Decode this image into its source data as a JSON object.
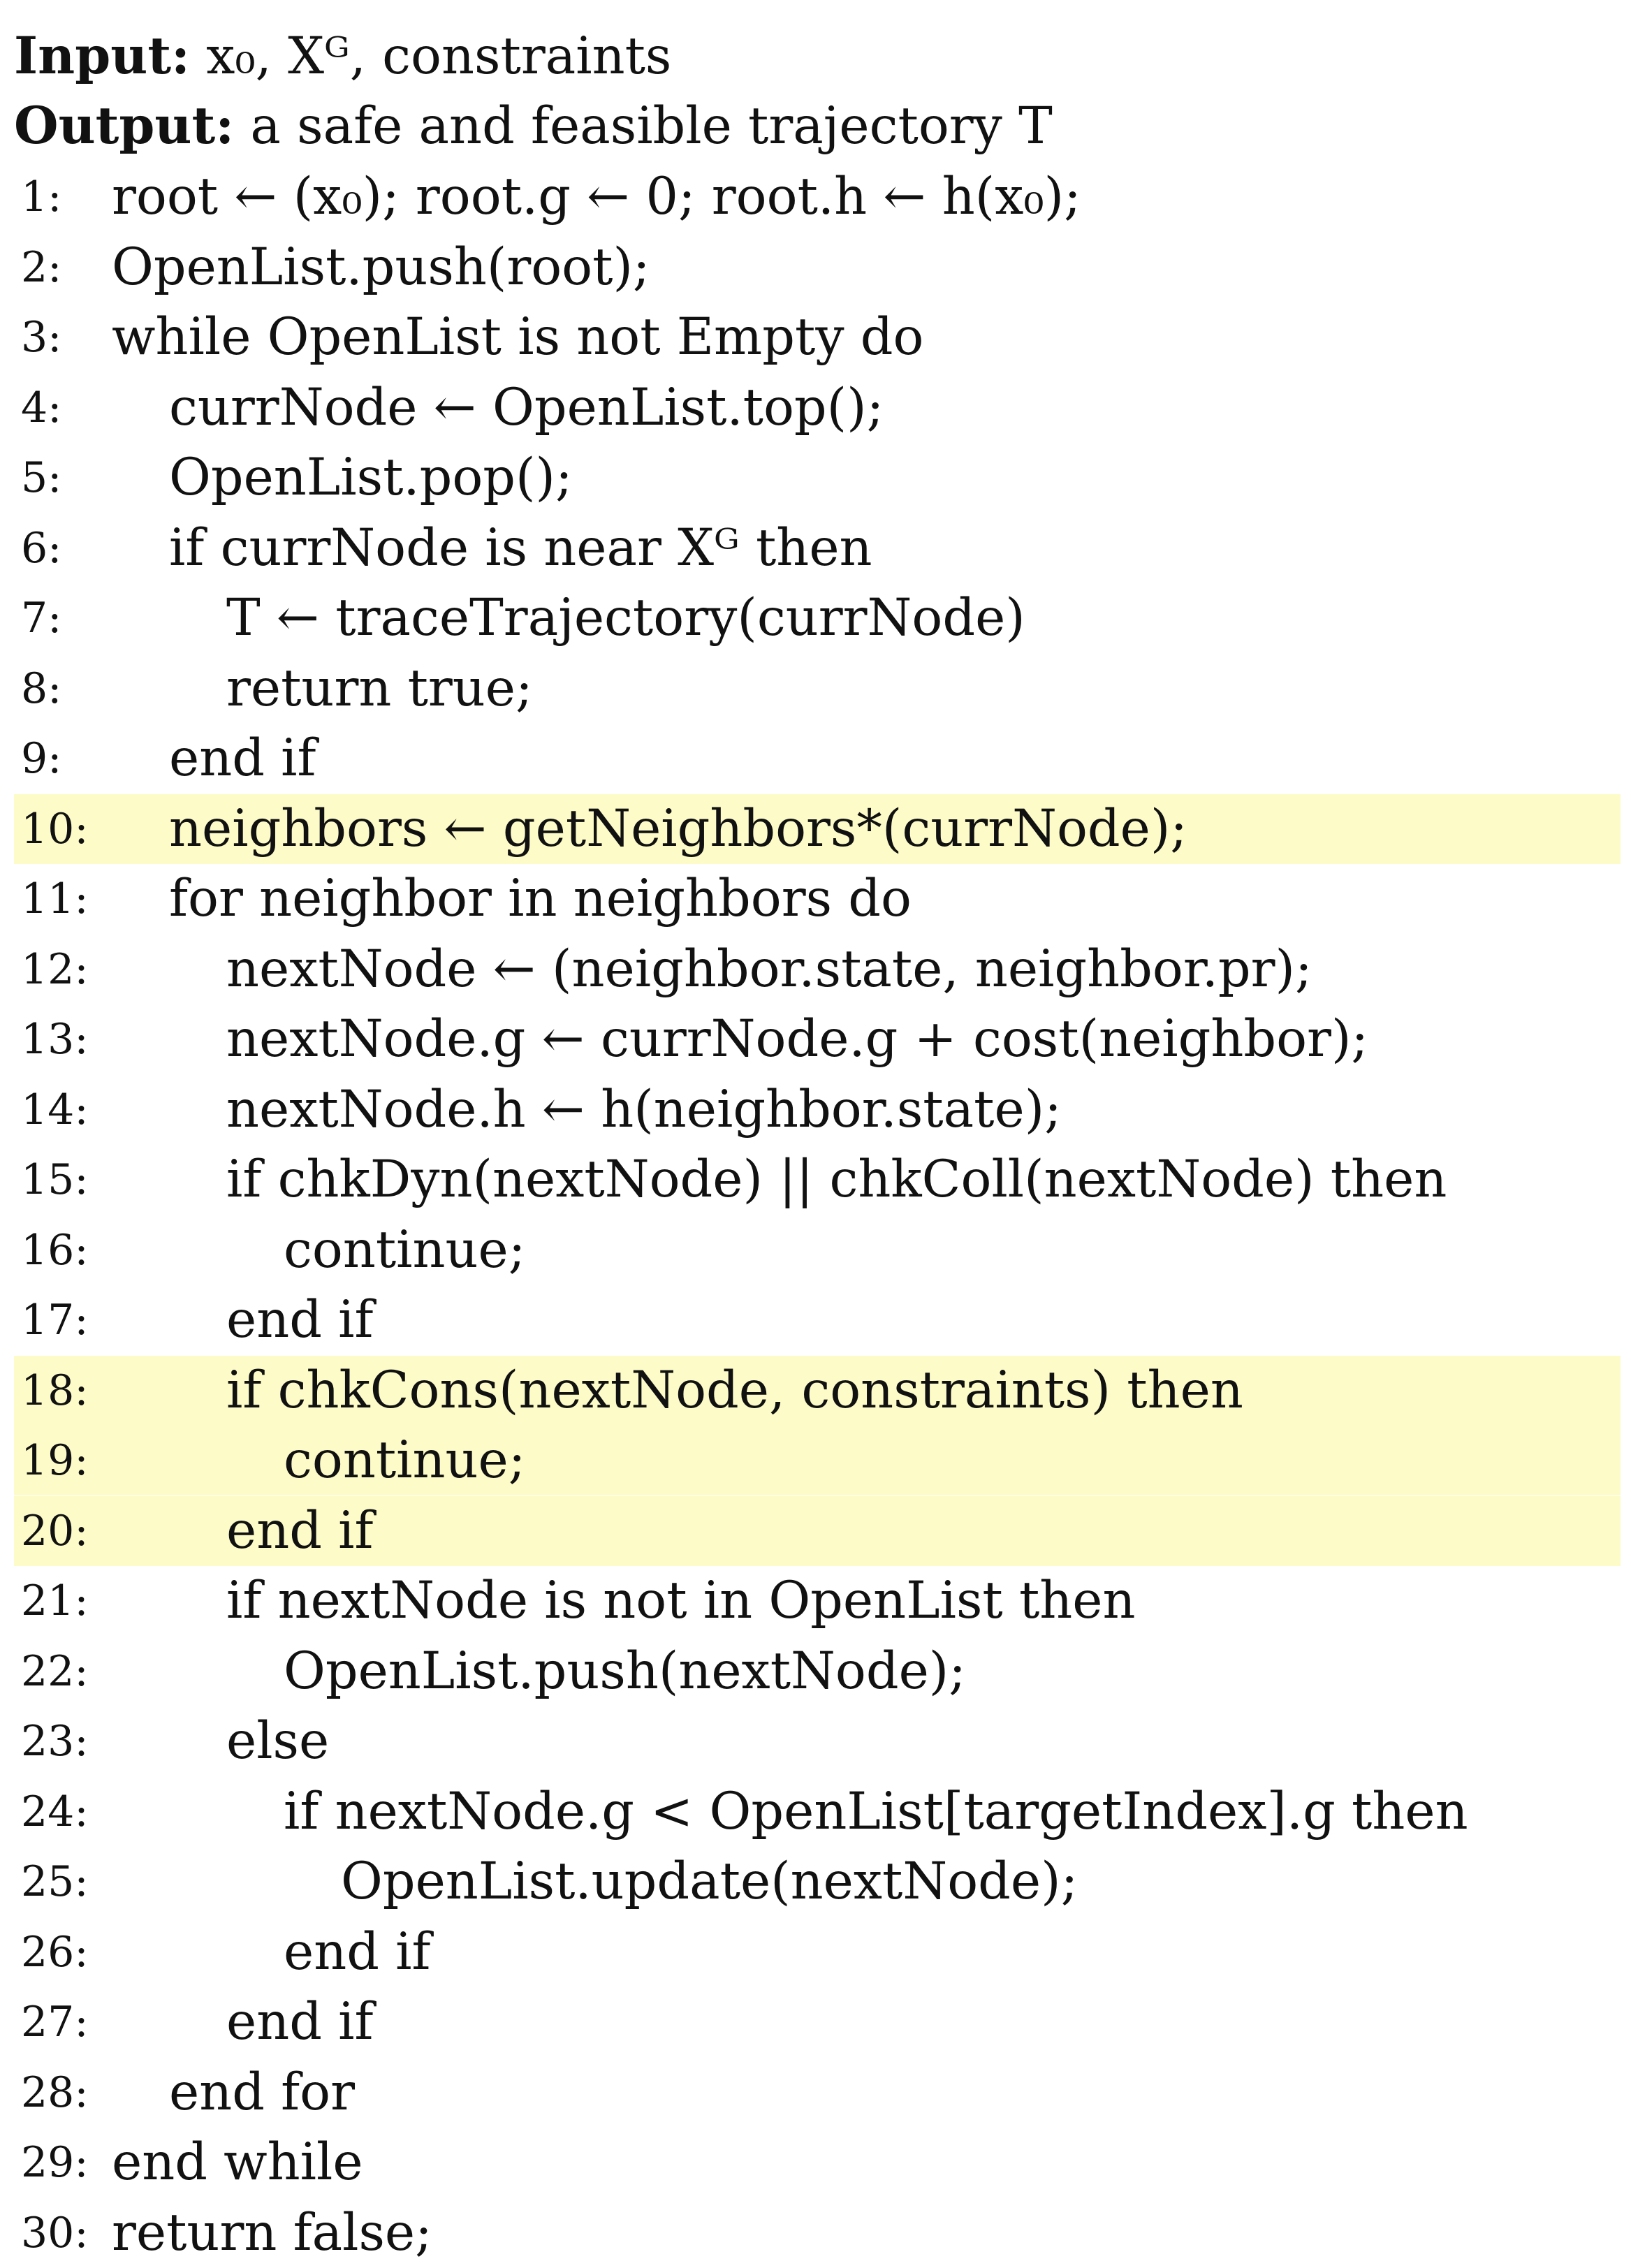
{
  "header": {
    "input_label": "Input:",
    "input_text": "x₀, Xᴳ, constraints",
    "output_label": "Output:",
    "output_text": "a safe and feasible trajectory T"
  },
  "lines": [
    {
      "n": "1:",
      "indent": 0,
      "text": "root ← (x₀); root.g ← 0; root.h ← h(x₀);",
      "highlight": false
    },
    {
      "n": "2:",
      "indent": 0,
      "text": "OpenList.push(root);",
      "highlight": false
    },
    {
      "n": "3:",
      "indent": 0,
      "text": "while OpenList is not Empty do",
      "highlight": false
    },
    {
      "n": "4:",
      "indent": 1,
      "text": "currNode ← OpenList.top();",
      "highlight": false
    },
    {
      "n": "5:",
      "indent": 1,
      "text": "OpenList.pop();",
      "highlight": false
    },
    {
      "n": "6:",
      "indent": 1,
      "text": "if currNode is near Xᴳ then",
      "highlight": false
    },
    {
      "n": "7:",
      "indent": 2,
      "text": "T ← traceTrajectory(currNode)",
      "highlight": false
    },
    {
      "n": "8:",
      "indent": 2,
      "text": "return true;",
      "highlight": false
    },
    {
      "n": "9:",
      "indent": 1,
      "text": "end if",
      "highlight": false
    },
    {
      "n": "10:",
      "indent": 1,
      "text": "neighbors ← getNeighbors*(currNode);",
      "highlight": true
    },
    {
      "n": "11:",
      "indent": 1,
      "text": "for neighbor in neighbors do",
      "highlight": false
    },
    {
      "n": "12:",
      "indent": 2,
      "text": "nextNode ← (neighbor.state, neighbor.pr);",
      "highlight": false
    },
    {
      "n": "13:",
      "indent": 2,
      "text": "nextNode.g ← currNode.g + cost(neighbor);",
      "highlight": false
    },
    {
      "n": "14:",
      "indent": 2,
      "text": "nextNode.h ← h(neighbor.state);",
      "highlight": false
    },
    {
      "n": "15:",
      "indent": 2,
      "text": "if chkDyn(nextNode) || chkColl(nextNode) then",
      "highlight": false
    },
    {
      "n": "16:",
      "indent": 3,
      "text": "continue;",
      "highlight": false
    },
    {
      "n": "17:",
      "indent": 2,
      "text": "end if",
      "highlight": false
    },
    {
      "n": "18:",
      "indent": 2,
      "text": "if chkCons(nextNode, constraints) then",
      "highlight": true
    },
    {
      "n": "19:",
      "indent": 3,
      "text": "continue;",
      "highlight": true
    },
    {
      "n": "20:",
      "indent": 2,
      "text": "end if",
      "highlight": true
    },
    {
      "n": "21:",
      "indent": 2,
      "text": "if nextNode is not in OpenList then",
      "highlight": false
    },
    {
      "n": "22:",
      "indent": 3,
      "text": "OpenList.push(nextNode);",
      "highlight": false
    },
    {
      "n": "23:",
      "indent": 2,
      "text": "else",
      "highlight": false
    },
    {
      "n": "24:",
      "indent": 3,
      "text": "if nextNode.g < OpenList[targetIndex].g then",
      "highlight": false
    },
    {
      "n": "25:",
      "indent": 4,
      "text": "OpenList.update(nextNode);",
      "highlight": false
    },
    {
      "n": "26:",
      "indent": 3,
      "text": "end if",
      "highlight": false
    },
    {
      "n": "27:",
      "indent": 2,
      "text": "end if",
      "highlight": false
    },
    {
      "n": "28:",
      "indent": 1,
      "text": "end for",
      "highlight": false
    },
    {
      "n": "29:",
      "indent": 0,
      "text": "end while",
      "highlight": false
    },
    {
      "n": "30:",
      "indent": 0,
      "text": "return false;",
      "highlight": false
    }
  ],
  "colors": {
    "highlight": "#fdfcc8",
    "text": "#111111"
  }
}
